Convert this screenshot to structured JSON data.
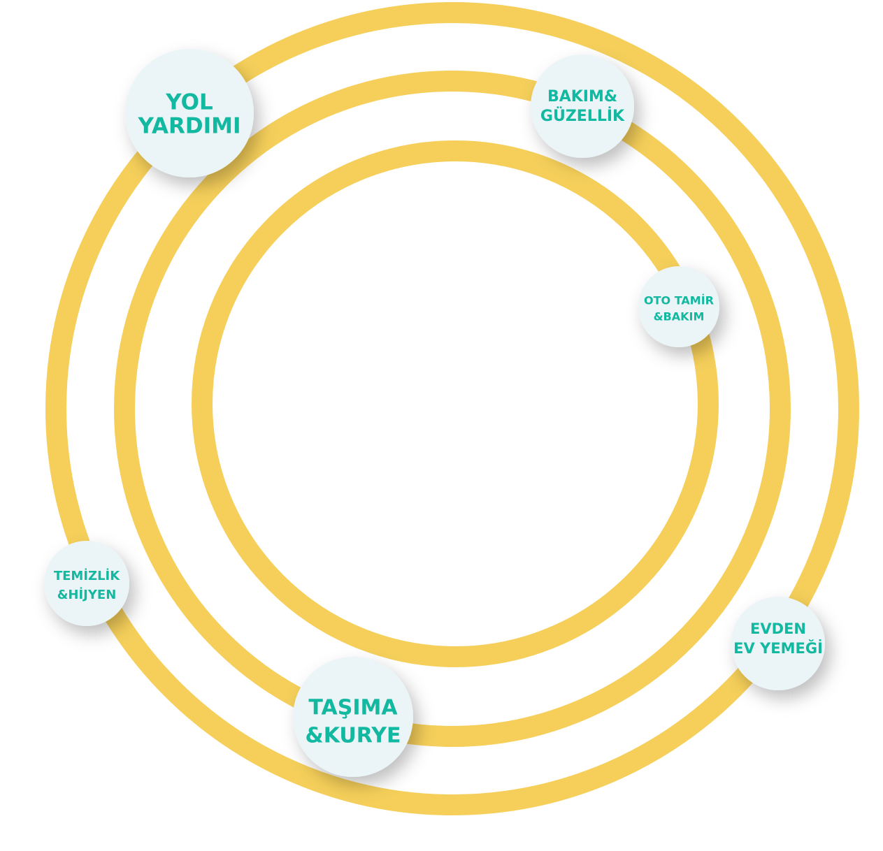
{
  "colors": {
    "ring": "#f5cf5a",
    "node_fill": "#ebf4f6",
    "node_text": "#12b8a0",
    "background": "#ffffff"
  },
  "nodes": [
    {
      "id": "yol-yardimi",
      "lines": [
        "YOL",
        "YARDIMI"
      ]
    },
    {
      "id": "bakim-guzellik",
      "lines": [
        "BAKIM&",
        "GÜZELLİK"
      ]
    },
    {
      "id": "oto-tamir-bakim",
      "lines": [
        "OTO TAMİR",
        "&BAKIM"
      ]
    },
    {
      "id": "temizlik-hijyen",
      "lines": [
        "TEMİZLİK",
        "&HİJYEN"
      ]
    },
    {
      "id": "evden-ev-yemegi",
      "lines": [
        "EVDEN",
        "EV YEMEĞİ"
      ]
    },
    {
      "id": "tasima-kurye",
      "lines": [
        "TAŞIMA",
        "&KURYE"
      ]
    }
  ]
}
